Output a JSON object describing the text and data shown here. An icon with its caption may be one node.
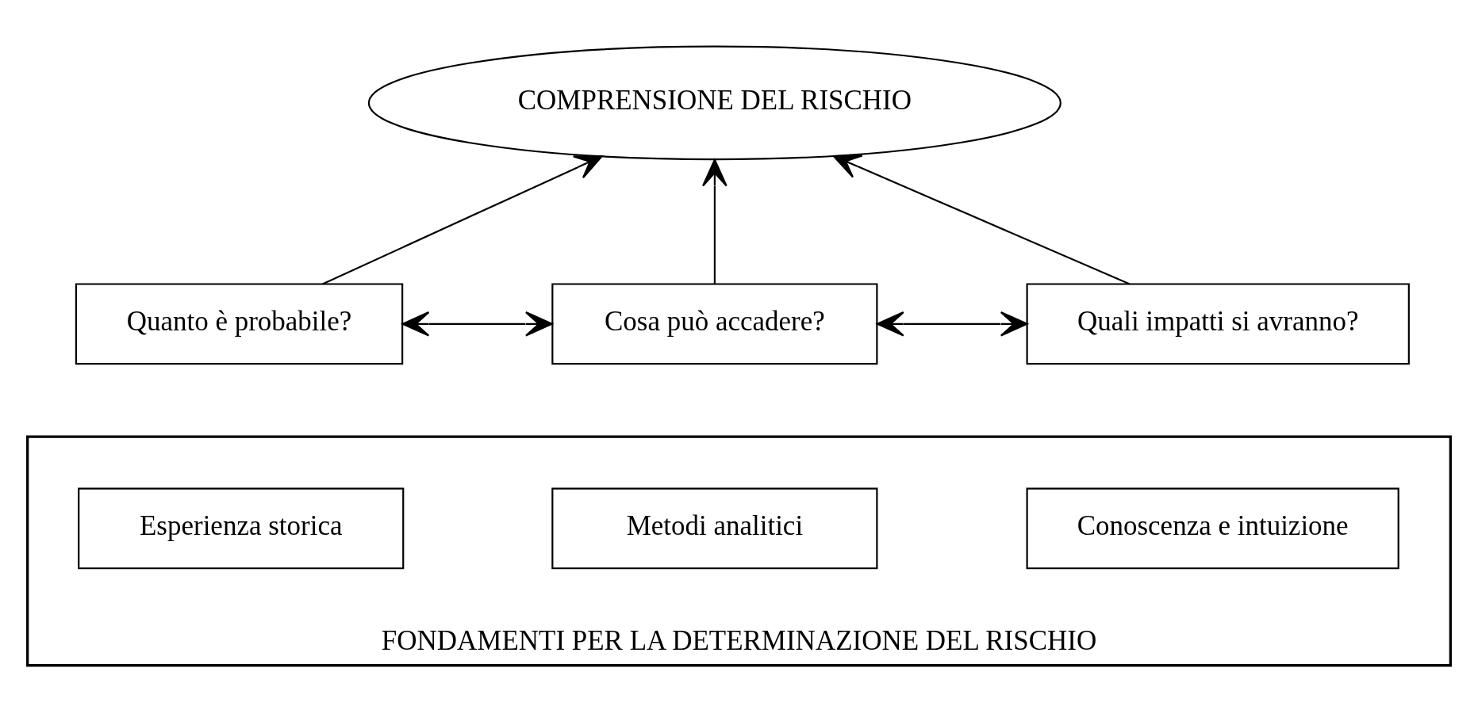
{
  "diagram": {
    "nodes": [
      {
        "text": [
          "COMPRENSIONE DEL RISCHIO"
        ]
      },
      {
        "text": [
          "Quanto è probabile?"
        ]
      },
      {
        "text": [
          "Cosa può accadere?"
        ]
      },
      {
        "text": [
          "Quali impatti si avranno?"
        ]
      },
      {
        "text": [
          "FONDAMENTI PER LA DETERMINAZIONE DEL RISCHIO"
        ]
      },
      {
        "text": [
          "Esperienza storica"
        ],
        "in": 4
      },
      {
        "text": [
          "Metodi analitici"
        ],
        "in": 4
      },
      {
        "text": [
          "Conoscenza e intuizione"
        ],
        "in": 4
      }
    ],
    "edges": [
      {
        "from": 1,
        "to": 0,
        "arrow": "to"
      },
      {
        "from": 2,
        "to": 0,
        "arrow": "to"
      },
      {
        "from": 3,
        "to": 0,
        "arrow": "to"
      },
      {
        "from": 1,
        "to": 2,
        "arrow": "both"
      },
      {
        "from": 2,
        "to": 3,
        "arrow": "both"
      }
    ]
  }
}
